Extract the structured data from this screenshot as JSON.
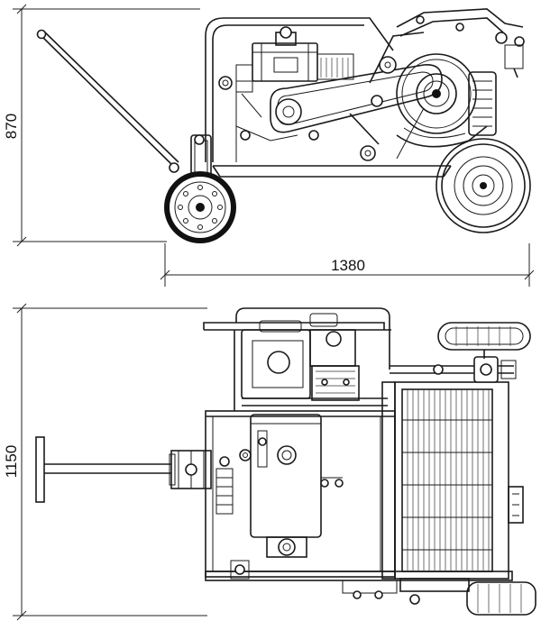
{
  "dimensions": {
    "height": "870",
    "length": "1380",
    "width": "1150"
  }
}
